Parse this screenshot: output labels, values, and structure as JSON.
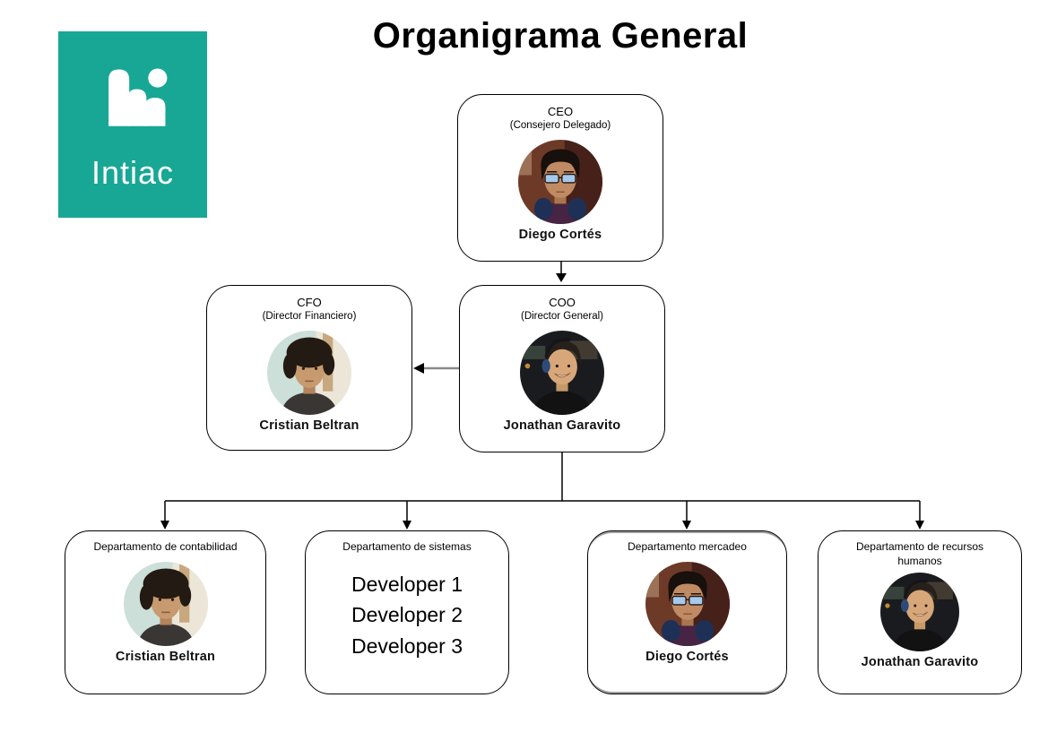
{
  "header": {
    "title": "Organigrama General"
  },
  "logo": {
    "text": "Intiac",
    "icon": "bar-chart-people-icon",
    "bg_color": "#18A795",
    "text_color": "#FFFFFF"
  },
  "colors": {
    "box_border": "#000000",
    "selected_box_outline": "#9E9E9E",
    "connector": "#000000",
    "connector_coo_cfo": "#8A8A8A"
  },
  "nodes": {
    "ceo": {
      "role": "CEO",
      "subtitle": "(Consejero Delegado)",
      "person": "Diego Cortés",
      "avatar": "diego-cortes-photo"
    },
    "cfo": {
      "role": "CFO",
      "subtitle": "(Director Financiero)",
      "person": "Cristian Beltran",
      "avatar": "cristian-beltran-photo"
    },
    "coo": {
      "role": "COO",
      "subtitle": "(Director General)",
      "person": "Jonathan Garavito",
      "avatar": "jonathan-garavito-photo"
    },
    "contabilidad": {
      "title": "Departamento de contabilidad",
      "person": "Cristian Beltran",
      "avatar": "cristian-beltran-photo"
    },
    "sistemas": {
      "title": "Departamento de sistemas",
      "members": [
        "Developer 1",
        "Developer 2",
        "Developer 3"
      ]
    },
    "mercadeo": {
      "title": "Departamento mercadeo",
      "person": "Diego Cortés",
      "avatar": "diego-cortes-photo",
      "selected": true
    },
    "recursos_humanos": {
      "title": "Departamento de recursos humanos",
      "person": "Jonathan Garavito",
      "avatar": "jonathan-garavito-photo"
    }
  },
  "edges": [
    {
      "from": "ceo",
      "to": "coo",
      "style": "arrow-down-black"
    },
    {
      "from": "coo",
      "to": "cfo",
      "style": "arrow-left-gray"
    },
    {
      "from": "coo",
      "to": "contabilidad",
      "style": "arrow-down-black"
    },
    {
      "from": "coo",
      "to": "sistemas",
      "style": "arrow-down-black"
    },
    {
      "from": "coo",
      "to": "mercadeo",
      "style": "arrow-down-black"
    },
    {
      "from": "coo",
      "to": "recursos_humanos",
      "style": "arrow-down-black"
    }
  ]
}
